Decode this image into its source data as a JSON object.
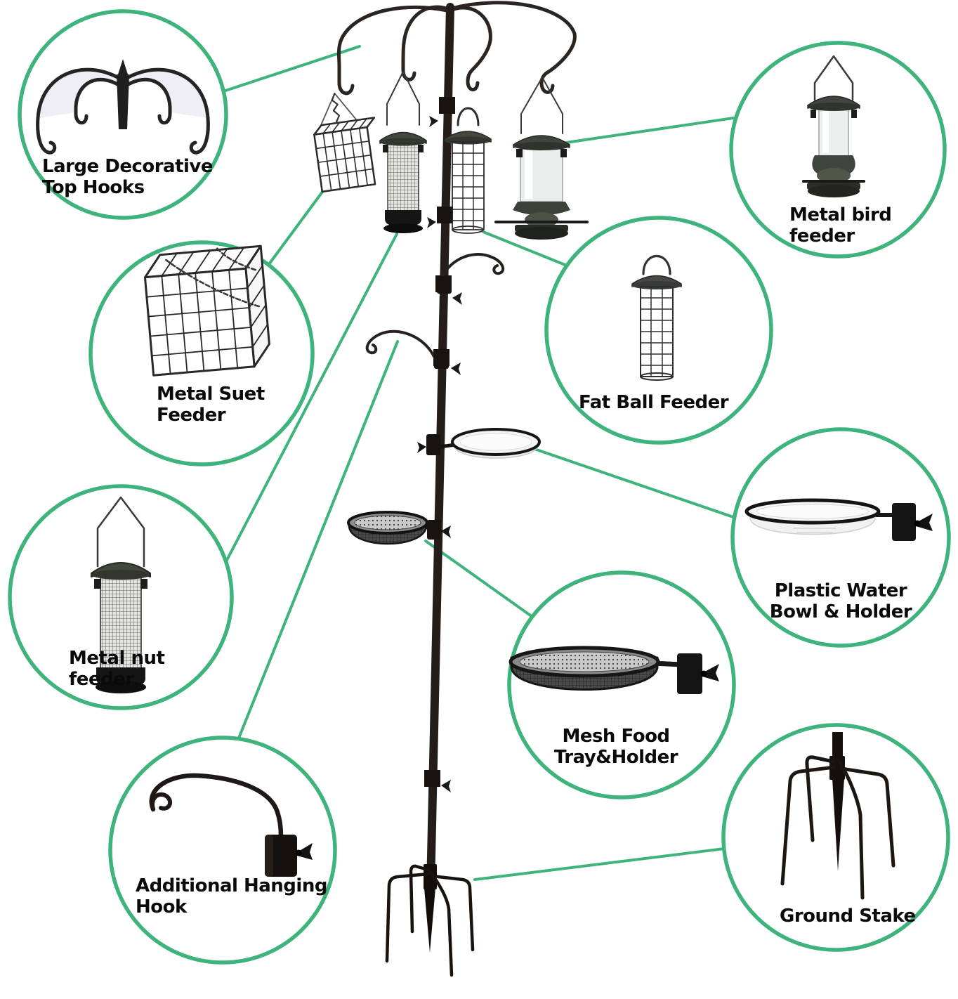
{
  "palette": {
    "accent_green": "#3eb37c",
    "ink": "#0a0a0a",
    "metal_dark": "#241d19",
    "background": "#ffffff"
  },
  "callouts": [
    {
      "name": "large-decorative-top-hooks",
      "lines": [
        "Large Decorative",
        "Top Hooks"
      ]
    },
    {
      "name": "metal-suet-feeder",
      "lines": [
        "Metal Suet",
        "Feeder"
      ]
    },
    {
      "name": "metal-nut-feeder",
      "lines": [
        "Metal nut",
        "feeder"
      ]
    },
    {
      "name": "additional-hanging-hook",
      "lines": [
        "Additional Hanging",
        "Hook"
      ]
    },
    {
      "name": "metal-bird-feeder",
      "lines": [
        "Metal bird",
        "feeder"
      ]
    },
    {
      "name": "fat-ball-feeder",
      "lines": [
        "Fat Ball Feeder"
      ]
    },
    {
      "name": "plastic-water-bowl-holder",
      "lines": [
        "Plastic Water",
        "Bowl & Holder"
      ]
    },
    {
      "name": "mesh-food-tray-holder",
      "lines": [
        "Mesh Food",
        "Tray&Holder"
      ]
    },
    {
      "name": "ground-stake",
      "lines": [
        "Ground Stake"
      ]
    }
  ]
}
